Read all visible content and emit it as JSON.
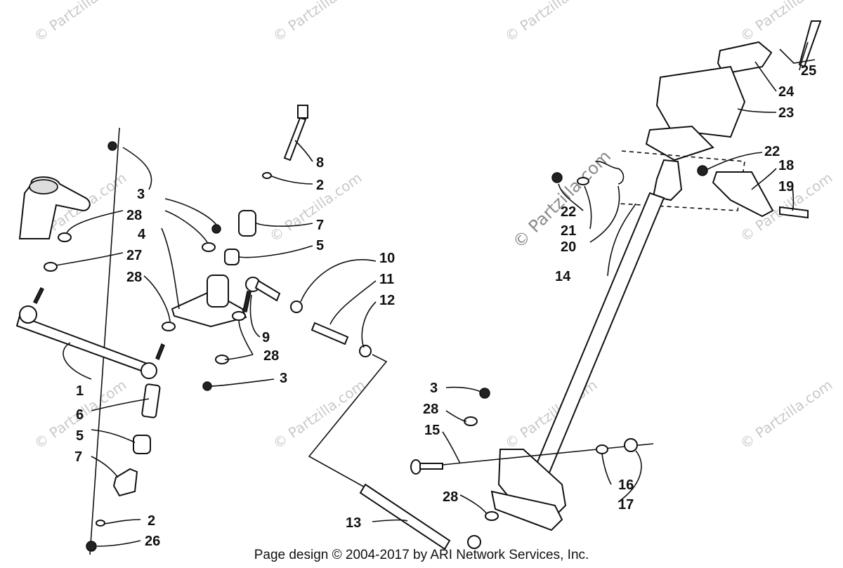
{
  "callouts": {
    "n1": "1",
    "n2a": "2",
    "n2b": "2",
    "n3a": "3",
    "n3b": "3",
    "n3c": "3",
    "n4": "4",
    "n5a": "5",
    "n5b": "5",
    "n6": "6",
    "n7a": "7",
    "n7b": "7",
    "n8": "8",
    "n9": "9",
    "n10": "10",
    "n11": "11",
    "n12": "12",
    "n13": "13",
    "n14": "14",
    "n15": "15",
    "n16": "16",
    "n17": "17",
    "n18": "18",
    "n19": "19",
    "n20": "20",
    "n21": "21",
    "n22a": "22",
    "n22b": "22",
    "n23": "23",
    "n24": "24",
    "n25": "25",
    "n26": "26",
    "n27": "27",
    "n28a": "28",
    "n28b": "28",
    "n28c": "28",
    "n28d": "28",
    "n28e": "28"
  },
  "watermark": "© Partzilla.com",
  "footer": "Page design © 2004-2017 by ARI Network Services, Inc."
}
